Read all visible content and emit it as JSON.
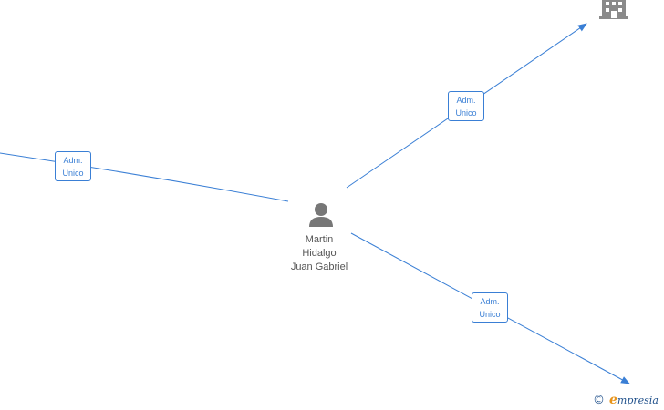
{
  "person": {
    "name_lines": [
      "Martin",
      "Hidalgo",
      "Juan Gabriel"
    ],
    "icon": "person-icon"
  },
  "edges": [
    {
      "id": "left",
      "label_line1": "Adm.",
      "label_line2": "Unico"
    },
    {
      "id": "top-right",
      "label_line1": "Adm.",
      "label_line2": "Unico",
      "target_icon": "building-icon"
    },
    {
      "id": "bottom-right",
      "label_line1": "Adm.",
      "label_line2": "Unico"
    }
  ],
  "watermark": {
    "copyright": "©",
    "brand_initial": "e",
    "brand_rest": "mpresia"
  },
  "colors": {
    "edge": "#3a7fd5",
    "person_icon": "#777777",
    "building_icon": "#8a8a8a",
    "text": "#555555"
  }
}
